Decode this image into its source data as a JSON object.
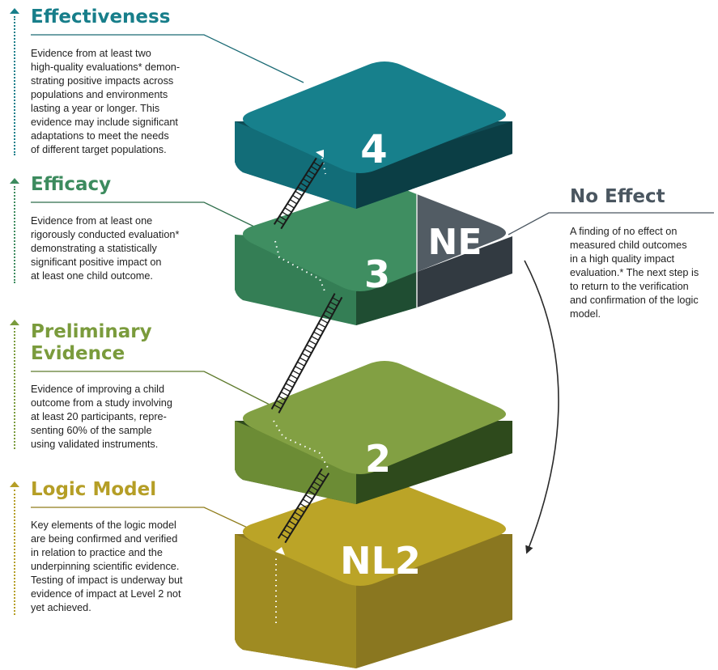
{
  "colors": {
    "effectiveness": "#177e8a",
    "efficacy": "#3c8b5e",
    "preliminary": "#7a9b3c",
    "logic": "#b59e26",
    "no_effect": "#4a5660",
    "connector": "#5c7a66"
  },
  "levels": [
    {
      "id": "effectiveness",
      "heading": "Effectiveness",
      "number": "4",
      "description": "Evidence from at least two\nhigh-quality evaluations* demon-\nstrating positive impacts across\npopulations and environments\nlasting a year or longer. This\nevidence may include significant\nadaptations to meet the needs\nof different target populations."
    },
    {
      "id": "efficacy",
      "heading": "Efficacy",
      "number": "3",
      "description": "Evidence from at least one\nrigorously conducted evaluation*\ndemonstrating a statistically\nsignificant positive impact on\nat least one child outcome."
    },
    {
      "id": "preliminary",
      "heading": "Preliminary\nEvidence",
      "number": "2",
      "description": "Evidence of improving a child\noutcome from a study involving\nat least 20 participants, repre-\nsenting 60% of the sample\nusing validated instruments."
    },
    {
      "id": "logic",
      "heading": "Logic Model",
      "number": "NL2",
      "description": "Key elements of the logic model\nare being confirmed and verified\nin relation to practice and the\nunderpinning scientific evidence.\nTesting of impact is underway but\nevidence of impact at Level 2 not\nyet achieved."
    }
  ],
  "no_effect": {
    "heading": "No Effect",
    "number": "NE",
    "description": "A finding of no effect on\nmeasured child outcomes\nin a high quality impact\nevaluation.* The next step is\nto return to the verification\nand confirmation of the logic\nmodel."
  }
}
